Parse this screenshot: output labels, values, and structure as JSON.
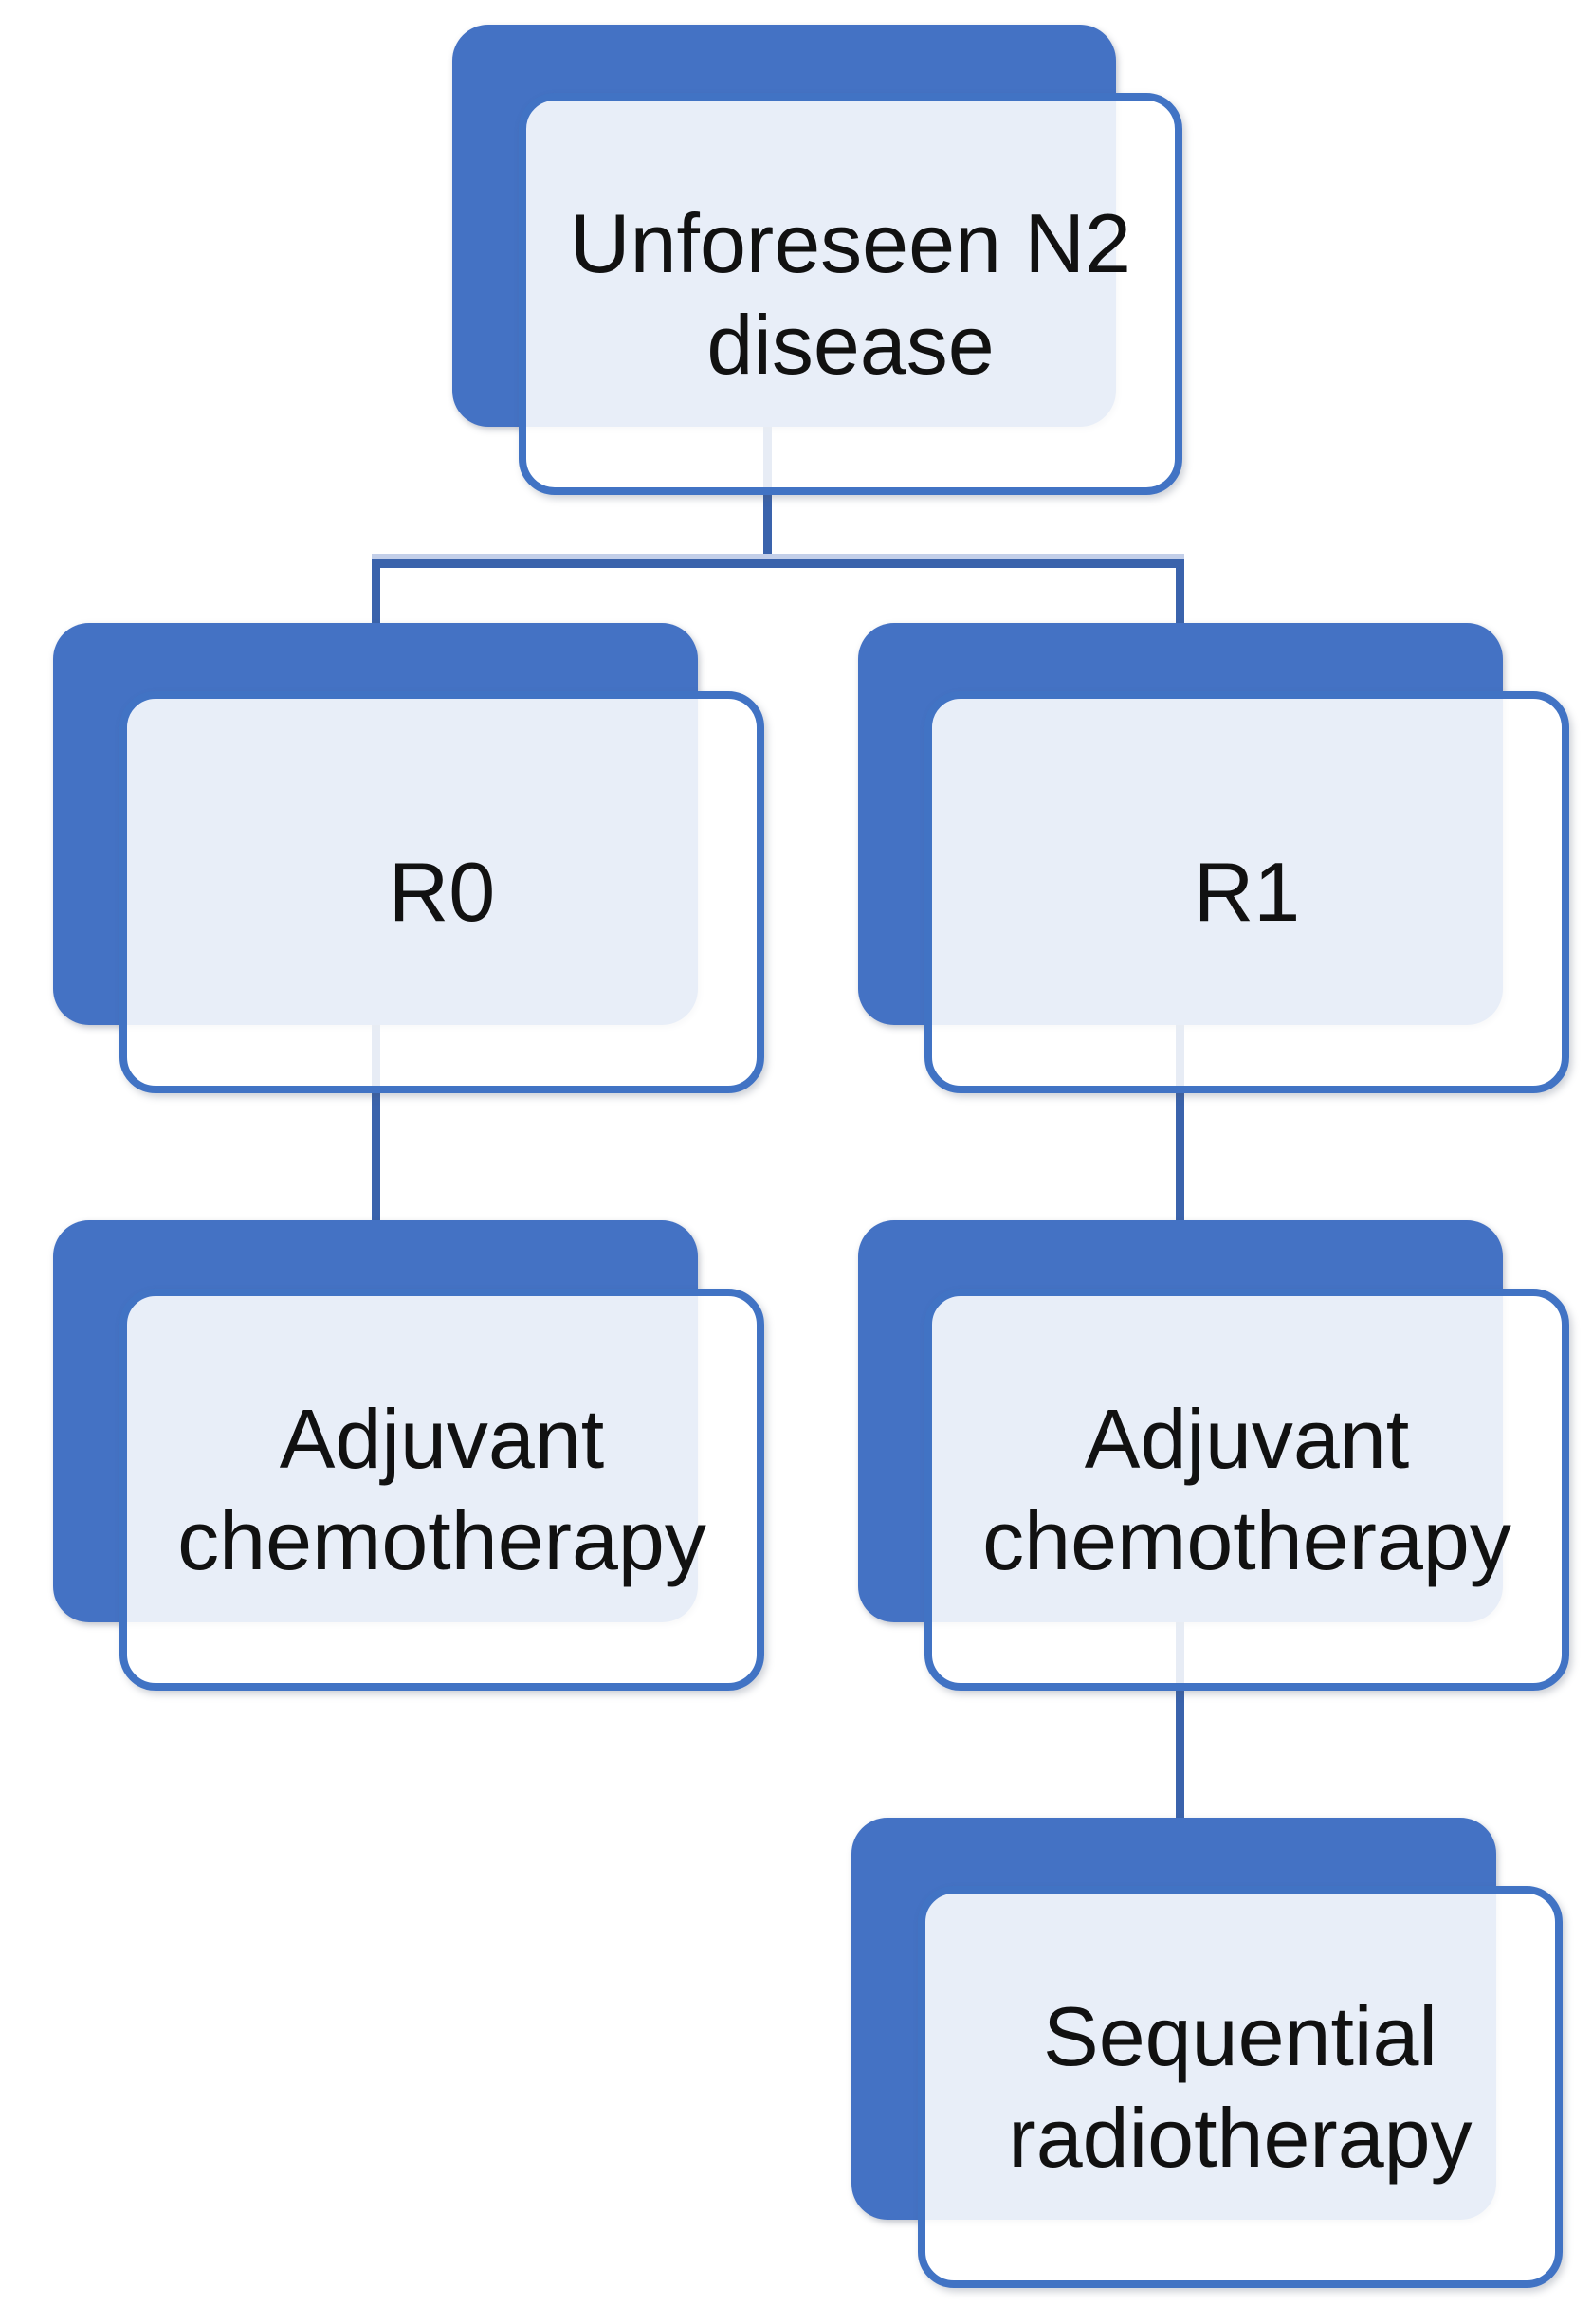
{
  "diagram": {
    "type": "flowchart",
    "colors": {
      "back_plate_blue": "#4472c4",
      "front_border_blue": "#4173c4",
      "front_fill": "rgba(255,255,255,0.88)",
      "front_fill_over_blue_appears": "#eaeef8",
      "connector_dark": "#3a63ac",
      "connector_halo": "#c3cfe9",
      "text": "#111111",
      "background": "#ffffff"
    },
    "nodes": [
      {
        "id": "unforeseen-n2",
        "label": "Unforeseen N2 disease"
      },
      {
        "id": "r0",
        "label": "R0"
      },
      {
        "id": "r1",
        "label": "R1"
      },
      {
        "id": "adjuvant-chemo-left",
        "label": "Adjuvant chemotherapy"
      },
      {
        "id": "adjuvant-chemo-right",
        "label": "Adjuvant chemotherapy"
      },
      {
        "id": "sequential-radiotherapy",
        "label": "Sequential radiotherapy"
      }
    ],
    "edges": [
      {
        "from": "unforeseen-n2",
        "to": "r0"
      },
      {
        "from": "unforeseen-n2",
        "to": "r1"
      },
      {
        "from": "r0",
        "to": "adjuvant-chemo-left"
      },
      {
        "from": "r1",
        "to": "adjuvant-chemo-right"
      },
      {
        "from": "adjuvant-chemo-right",
        "to": "sequential-radiotherapy"
      }
    ]
  }
}
